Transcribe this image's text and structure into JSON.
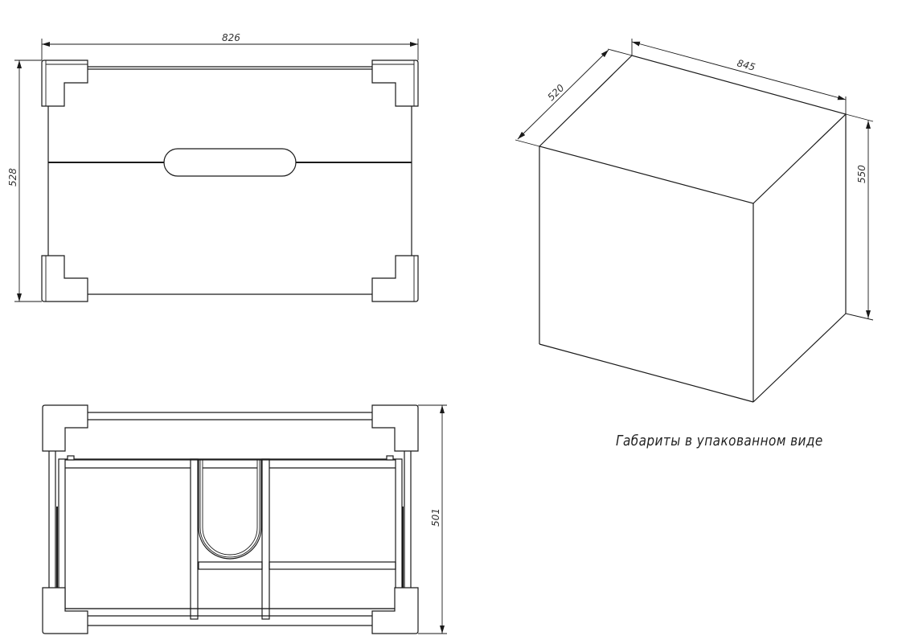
{
  "top_view": {
    "width_dim": "826",
    "depth_dim": "528"
  },
  "front_view": {
    "height_dim": "501"
  },
  "package": {
    "length_dim": "845",
    "width_dim": "520",
    "height_dim": "550",
    "caption": "Габариты в упакованном виде"
  }
}
